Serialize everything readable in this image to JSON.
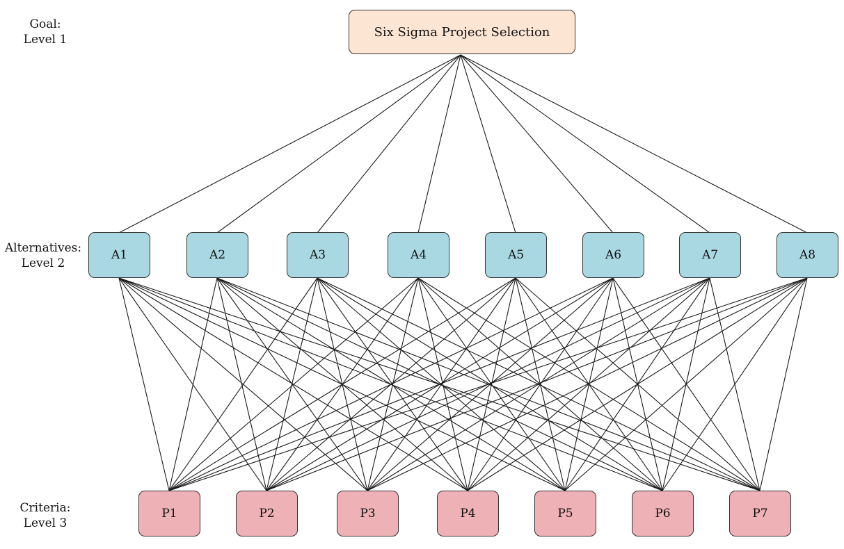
{
  "goal": {
    "label": "Six Sigma Project Selection",
    "level_title": "Goal:",
    "level_name": "Level 1"
  },
  "alternatives": {
    "level_title": "Alternatives:",
    "level_name": "Level 2",
    "items": [
      "A1",
      "A2",
      "A3",
      "A4",
      "A5",
      "A6",
      "A7",
      "A8"
    ]
  },
  "criteria": {
    "level_title": "Criteria:",
    "level_name": "Level 3",
    "items": [
      "P1",
      "P2",
      "P3",
      "P4",
      "P5",
      "P6",
      "P7"
    ]
  },
  "colors": {
    "goal_fill": "#fde5d3",
    "alternative_fill": "#a9d8e2",
    "criteria_fill": "#eeb1b5",
    "edge": "#1a1a1a"
  }
}
